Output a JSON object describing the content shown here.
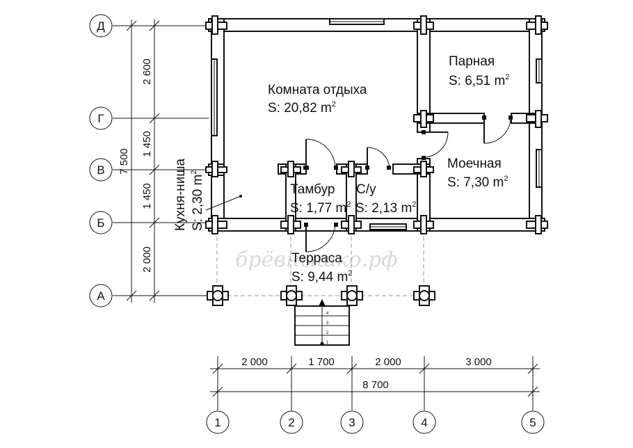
{
  "rooms": [
    {
      "id": "lounge",
      "name": "Комната отдыха",
      "area": "S: 20,82 m",
      "sup": "2"
    },
    {
      "id": "steam",
      "name": "Парная",
      "area": "S: 6,51 m",
      "sup": "2"
    },
    {
      "id": "wash",
      "name": "Моечная",
      "area": "S: 7,30 m",
      "sup": "2"
    },
    {
      "id": "vestibule",
      "name": "Тамбур",
      "area": "S: 1,77 m",
      "sup": "2"
    },
    {
      "id": "wc",
      "name": "С/у",
      "area": "S: 2,13 m",
      "sup": "2"
    },
    {
      "id": "terrace",
      "name": "Терраса",
      "area": "S: 9,44 m",
      "sup": "2"
    },
    {
      "id": "kitchen",
      "name": "Кухня-ниша",
      "area": "S: 2,30 m",
      "sup": "2"
    }
  ],
  "axes": {
    "rows": [
      "Д",
      "Г",
      "В",
      "Б",
      "А"
    ],
    "cols": [
      "1",
      "2",
      "3",
      "4",
      "5"
    ]
  },
  "dimensions": {
    "vertical": [
      "2 600",
      "1 450",
      "1 450",
      "2 000"
    ],
    "vertical_total": "7 500",
    "horizontal": [
      "2 000",
      "1 700",
      "2 000",
      "3 000"
    ],
    "horizontal_total": "8 700"
  },
  "stairs": {
    "steps": [
      "4",
      "3",
      "2",
      "1"
    ]
  },
  "watermark": "брёвнышко.рф"
}
